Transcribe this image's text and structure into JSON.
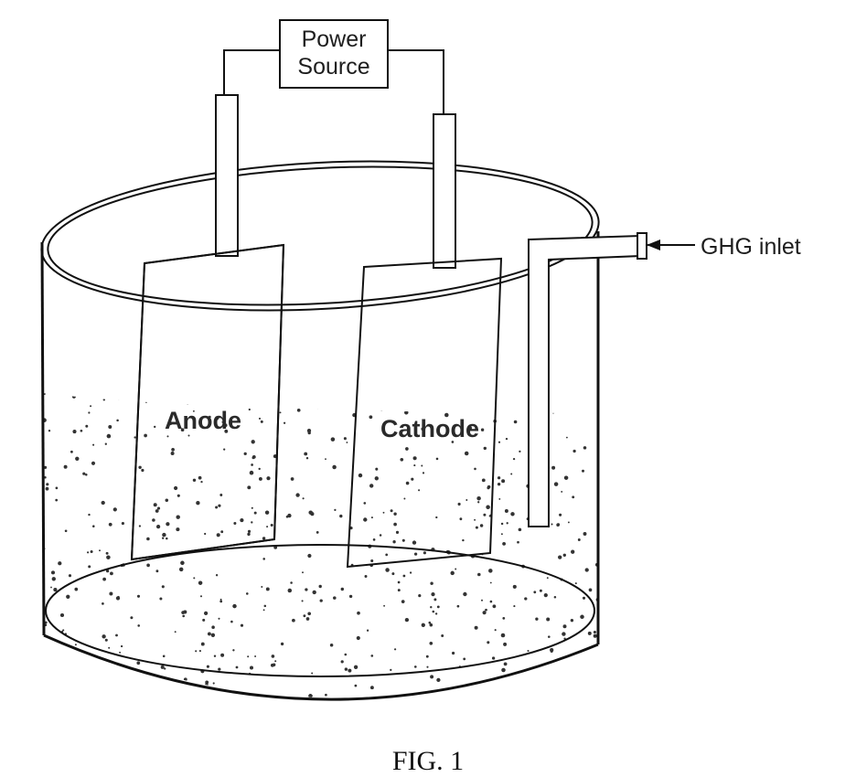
{
  "power_source": {
    "line1": "Power",
    "line2": "Source"
  },
  "labels": {
    "anode": "Anode",
    "cathode": "Cathode",
    "inlet": "GHG inlet"
  },
  "caption": "FIG. 1"
}
